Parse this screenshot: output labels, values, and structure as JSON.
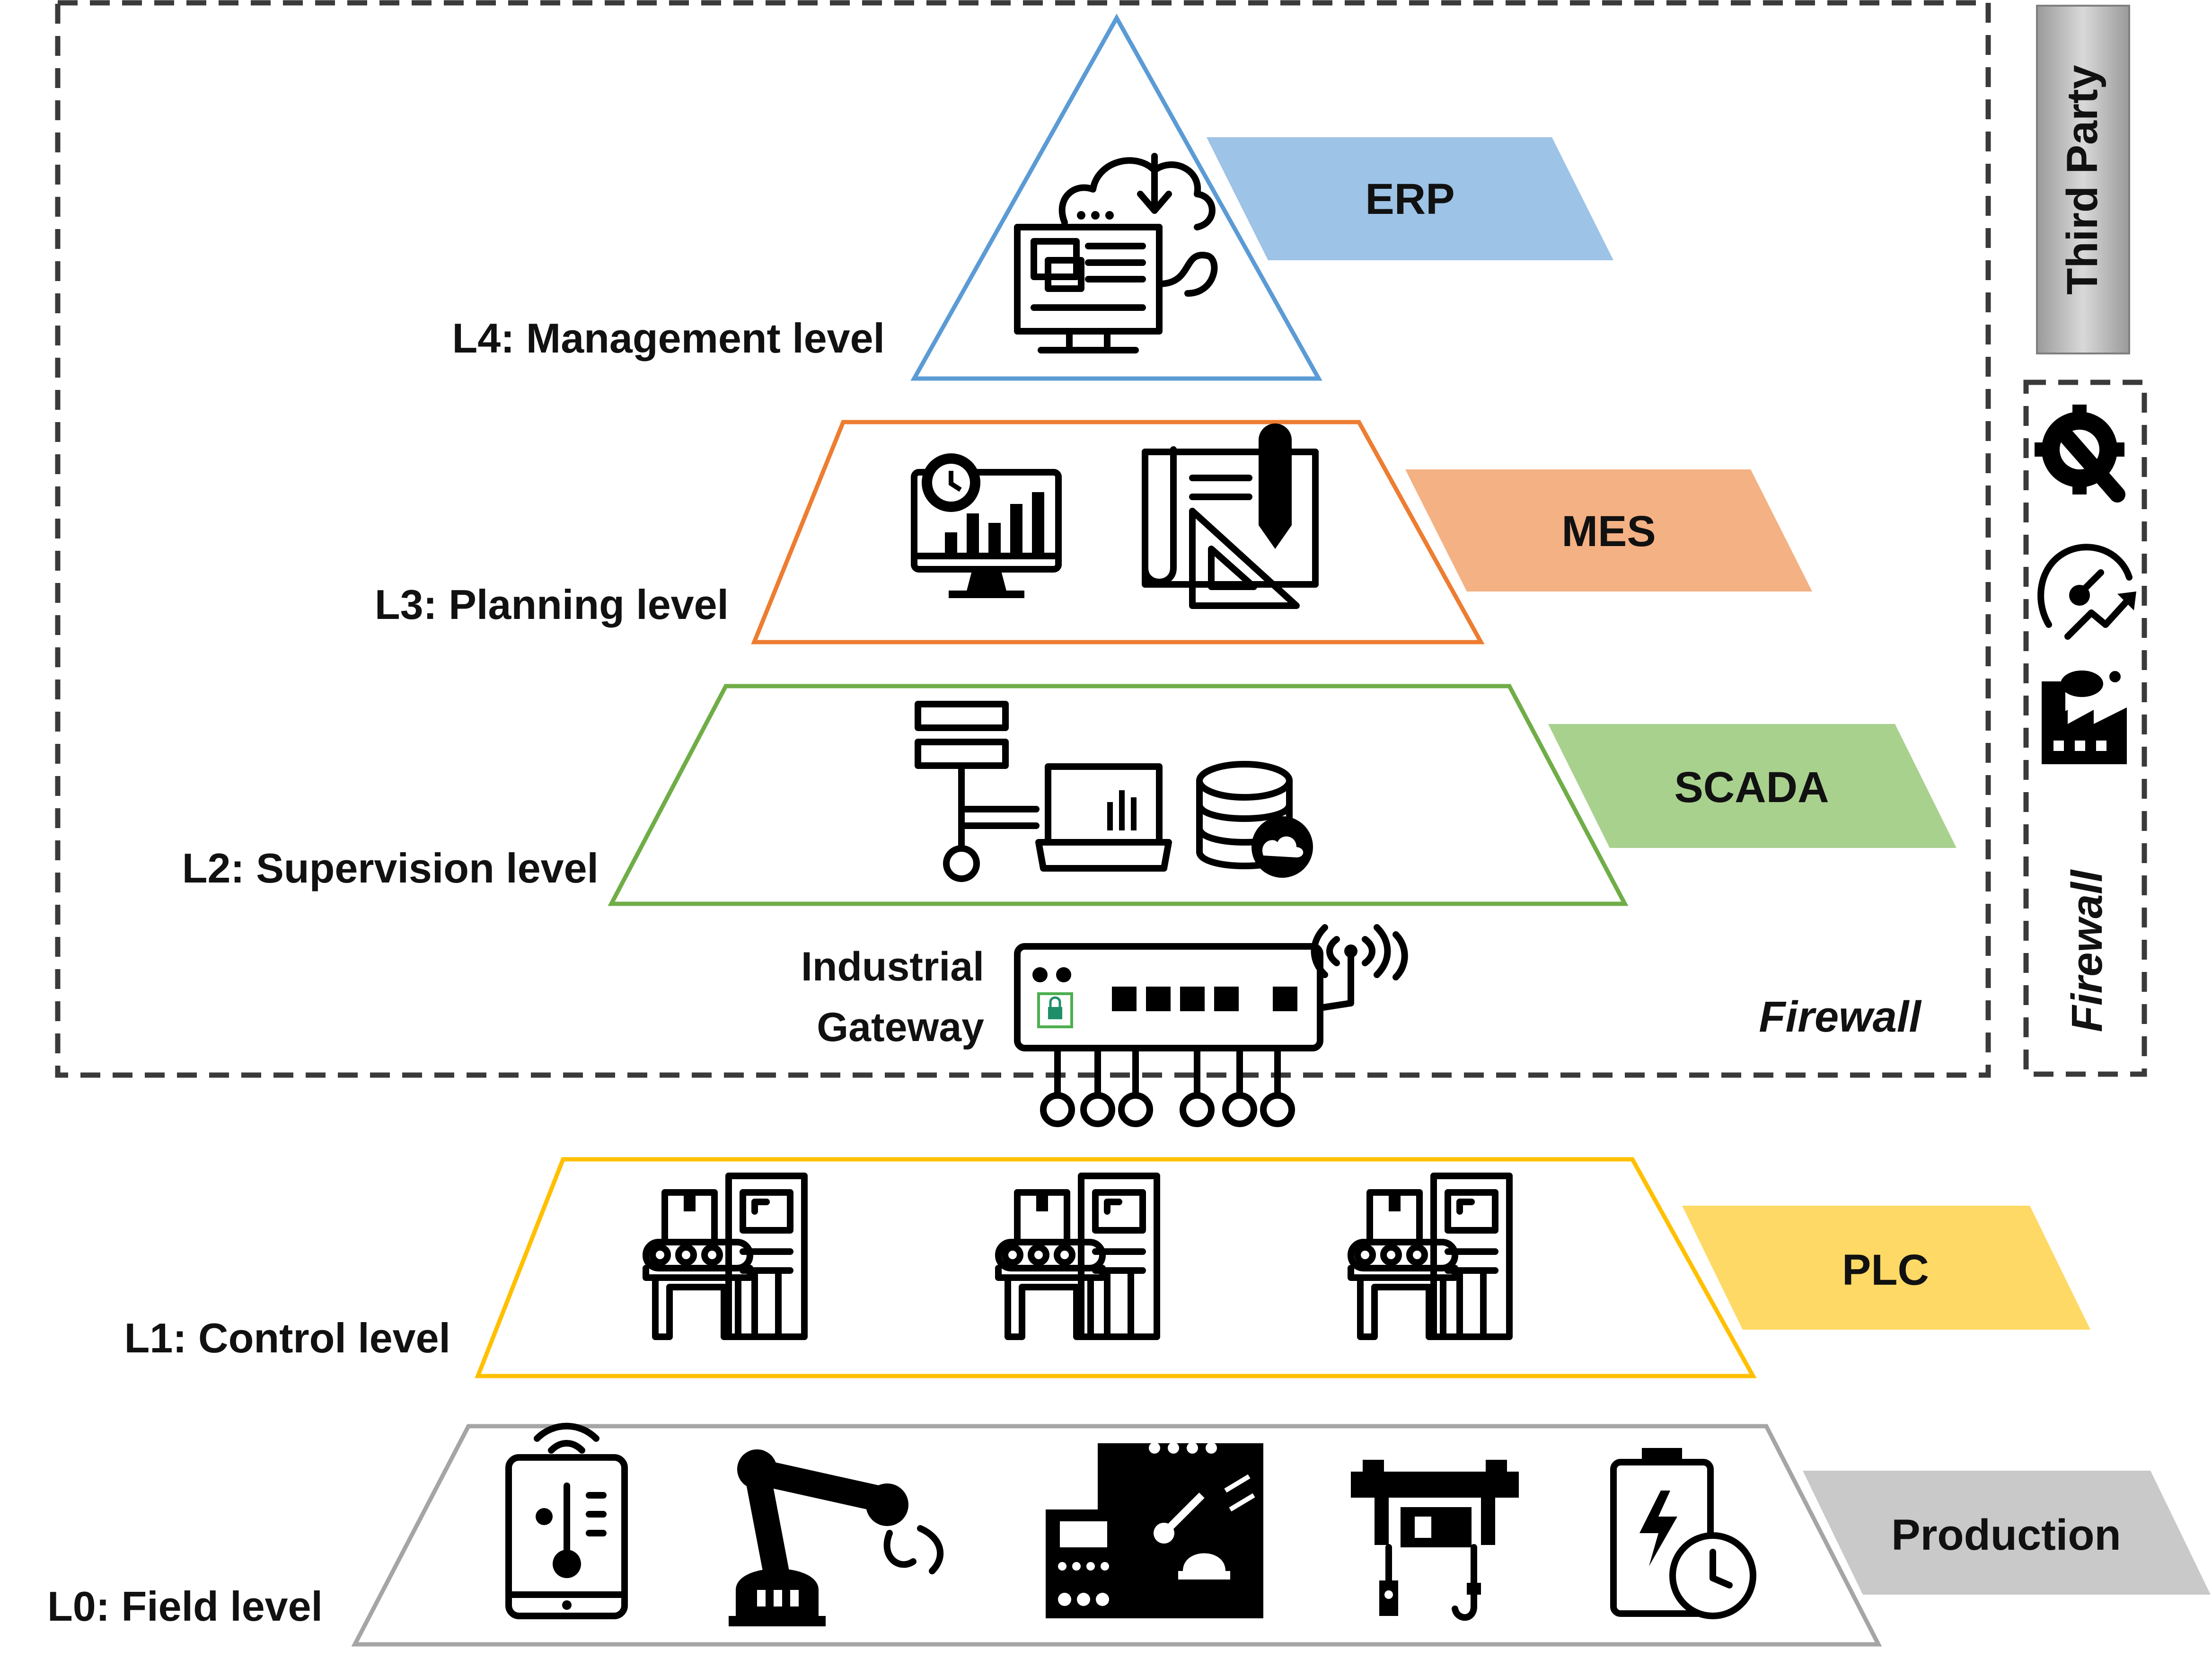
{
  "levels": [
    {
      "id": "L4",
      "label": "L4: Management level",
      "system": "ERP",
      "color": "#5b9bd5",
      "tag_fill": "#9dc3e6"
    },
    {
      "id": "L3",
      "label": "L3: Planning level",
      "system": "MES",
      "color": "#ed7d31",
      "tag_fill": "#f4b183"
    },
    {
      "id": "L2",
      "label": "L2: Supervision level",
      "system": "SCADA",
      "color": "#70ad47",
      "tag_fill": "#a9d18e"
    },
    {
      "id": "L1",
      "label": "L1: Control level",
      "system": "PLC",
      "color": "#ffc000",
      "tag_fill": "#ffd966"
    },
    {
      "id": "L0",
      "label": "L0: Field level",
      "system": "Production",
      "color": "#a5a5a5",
      "tag_fill": "#c9c9c9"
    }
  ],
  "gateway": {
    "line1": "Industrial",
    "line2": "Gateway"
  },
  "firewall_label": "Firewall",
  "side_panel": {
    "third_party": "Third Party",
    "firewall": "Firewall",
    "icons": [
      "gear-wrench-icon",
      "speedometer-icon",
      "factory-icon"
    ]
  },
  "icons": {
    "L4": [
      "cloud-computer-icon"
    ],
    "L3": [
      "monitor-chart-icon",
      "blueprint-icon"
    ],
    "L2": [
      "network-laptop-icon",
      "database-cloud-icon"
    ],
    "L1": [
      "conveyor-machine-icon",
      "conveyor-machine-icon",
      "conveyor-machine-icon"
    ],
    "L0": [
      "tablet-thermometer-icon",
      "robot-arm-icon",
      "control-panel-icon",
      "crane-icon",
      "battery-clock-icon"
    ]
  },
  "colors": {
    "dashed_border": "#3a3a3a",
    "third_party_box": "#a6a6a6"
  }
}
